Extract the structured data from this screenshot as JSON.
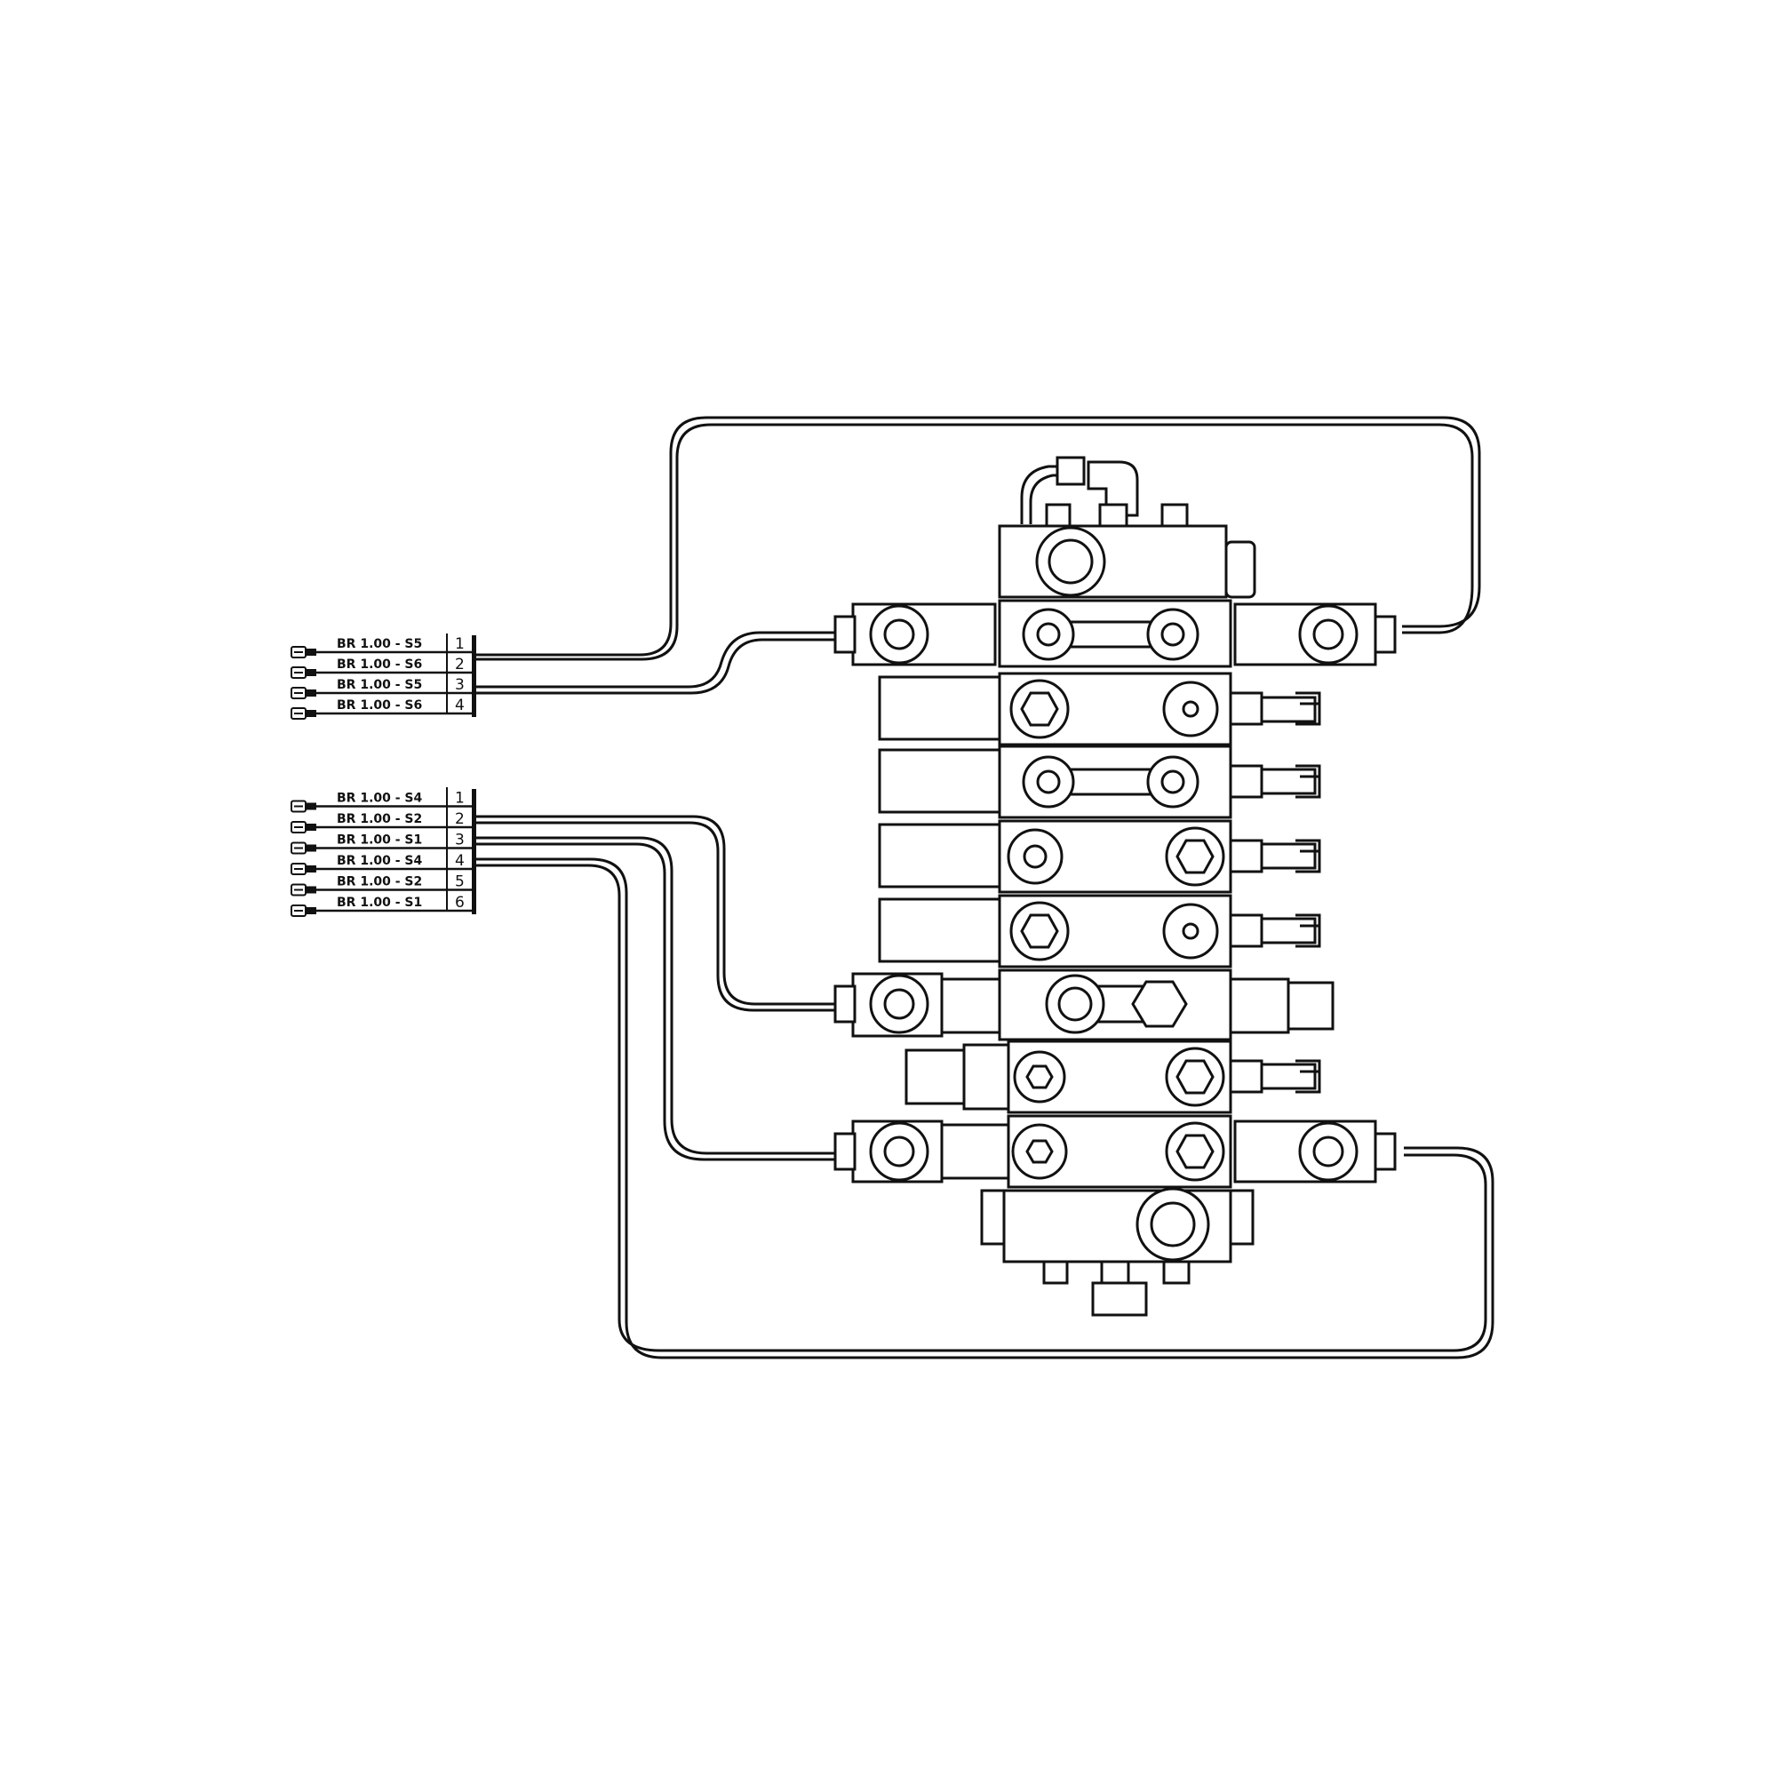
{
  "connectors": [
    {
      "name": "connector-upper",
      "rows": [
        {
          "label": "BR 1.00 - S5",
          "pin": "1"
        },
        {
          "label": "BR 1.00 - S6",
          "pin": "2"
        },
        {
          "label": "BR 1.00 - S5",
          "pin": "3"
        },
        {
          "label": "BR 1.00 - S6",
          "pin": "4"
        }
      ]
    },
    {
      "name": "connector-lower",
      "rows": [
        {
          "label": "BR 1.00 - S4",
          "pin": "1"
        },
        {
          "label": "BR 1.00 - S2",
          "pin": "2"
        },
        {
          "label": "BR 1.00 - S1",
          "pin": "3"
        },
        {
          "label": "BR 1.00 - S4",
          "pin": "4"
        },
        {
          "label": "BR 1.00 - S2",
          "pin": "5"
        },
        {
          "label": "BR 1.00 - S1",
          "pin": "6"
        }
      ]
    }
  ],
  "line_color": "#111111"
}
